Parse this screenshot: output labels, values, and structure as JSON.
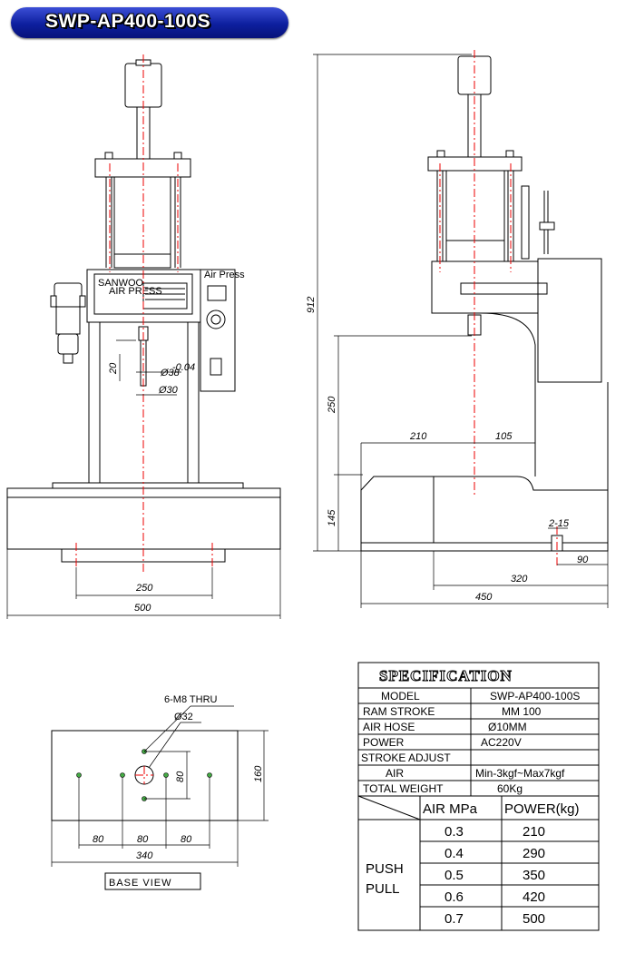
{
  "title": "SWP-AP400-100S",
  "front_view": {
    "dims": {
      "width_total": "500",
      "base_inner": "250",
      "stroke": "20",
      "dia_small": "Ø38",
      "dia_small_sub": "-0.04",
      "dia_outer": "Ø30"
    },
    "panel": {
      "brand": "SANWOO",
      "label": "AIR PRESS",
      "right_header": "Air Press"
    }
  },
  "side_view": {
    "dims": {
      "height_total": "912",
      "open_height": "250",
      "base_height": "145",
      "throat_left": "210",
      "throat_right": "105",
      "slot": "2-15",
      "edge": "90",
      "depth_inner": "320",
      "depth_total": "450"
    }
  },
  "base_view": {
    "label": "BASE VIEW",
    "callout_holes": "6-M8 THRU",
    "callout_dia": "Ø32",
    "dims": {
      "pitch1": "80",
      "pitch2": "80",
      "pitch3": "80",
      "vertical": "80",
      "height": "160",
      "width": "340"
    }
  },
  "spec": {
    "header": "SPECIFICATION",
    "rows": [
      {
        "label": "MODEL",
        "value": "SWP-AP400-100S"
      },
      {
        "label": "RAM STROKE",
        "value": "MM 100"
      },
      {
        "label": "AIR HOSE",
        "value": "Ø10MM"
      },
      {
        "label": "POWER",
        "value": "AC220V"
      },
      {
        "label": "STROKE ADJUST",
        "value": ""
      },
      {
        "label": "AIR",
        "value": "Min-3kgf~Max7kgf"
      },
      {
        "label": "TOTAL WEIGHT",
        "value": "60Kg"
      }
    ],
    "table_header": {
      "col1": "AIR MPa",
      "col2": "POWER(kg)"
    },
    "push_pull": {
      "line1": "PUSH",
      "line2": "PULL"
    },
    "pressure_rows": [
      {
        "mpa": "0.3",
        "kg": "210"
      },
      {
        "mpa": "0.4",
        "kg": "290"
      },
      {
        "mpa": "0.5",
        "kg": "350"
      },
      {
        "mpa": "0.6",
        "kg": "420"
      },
      {
        "mpa": "0.7",
        "kg": "500"
      }
    ]
  }
}
